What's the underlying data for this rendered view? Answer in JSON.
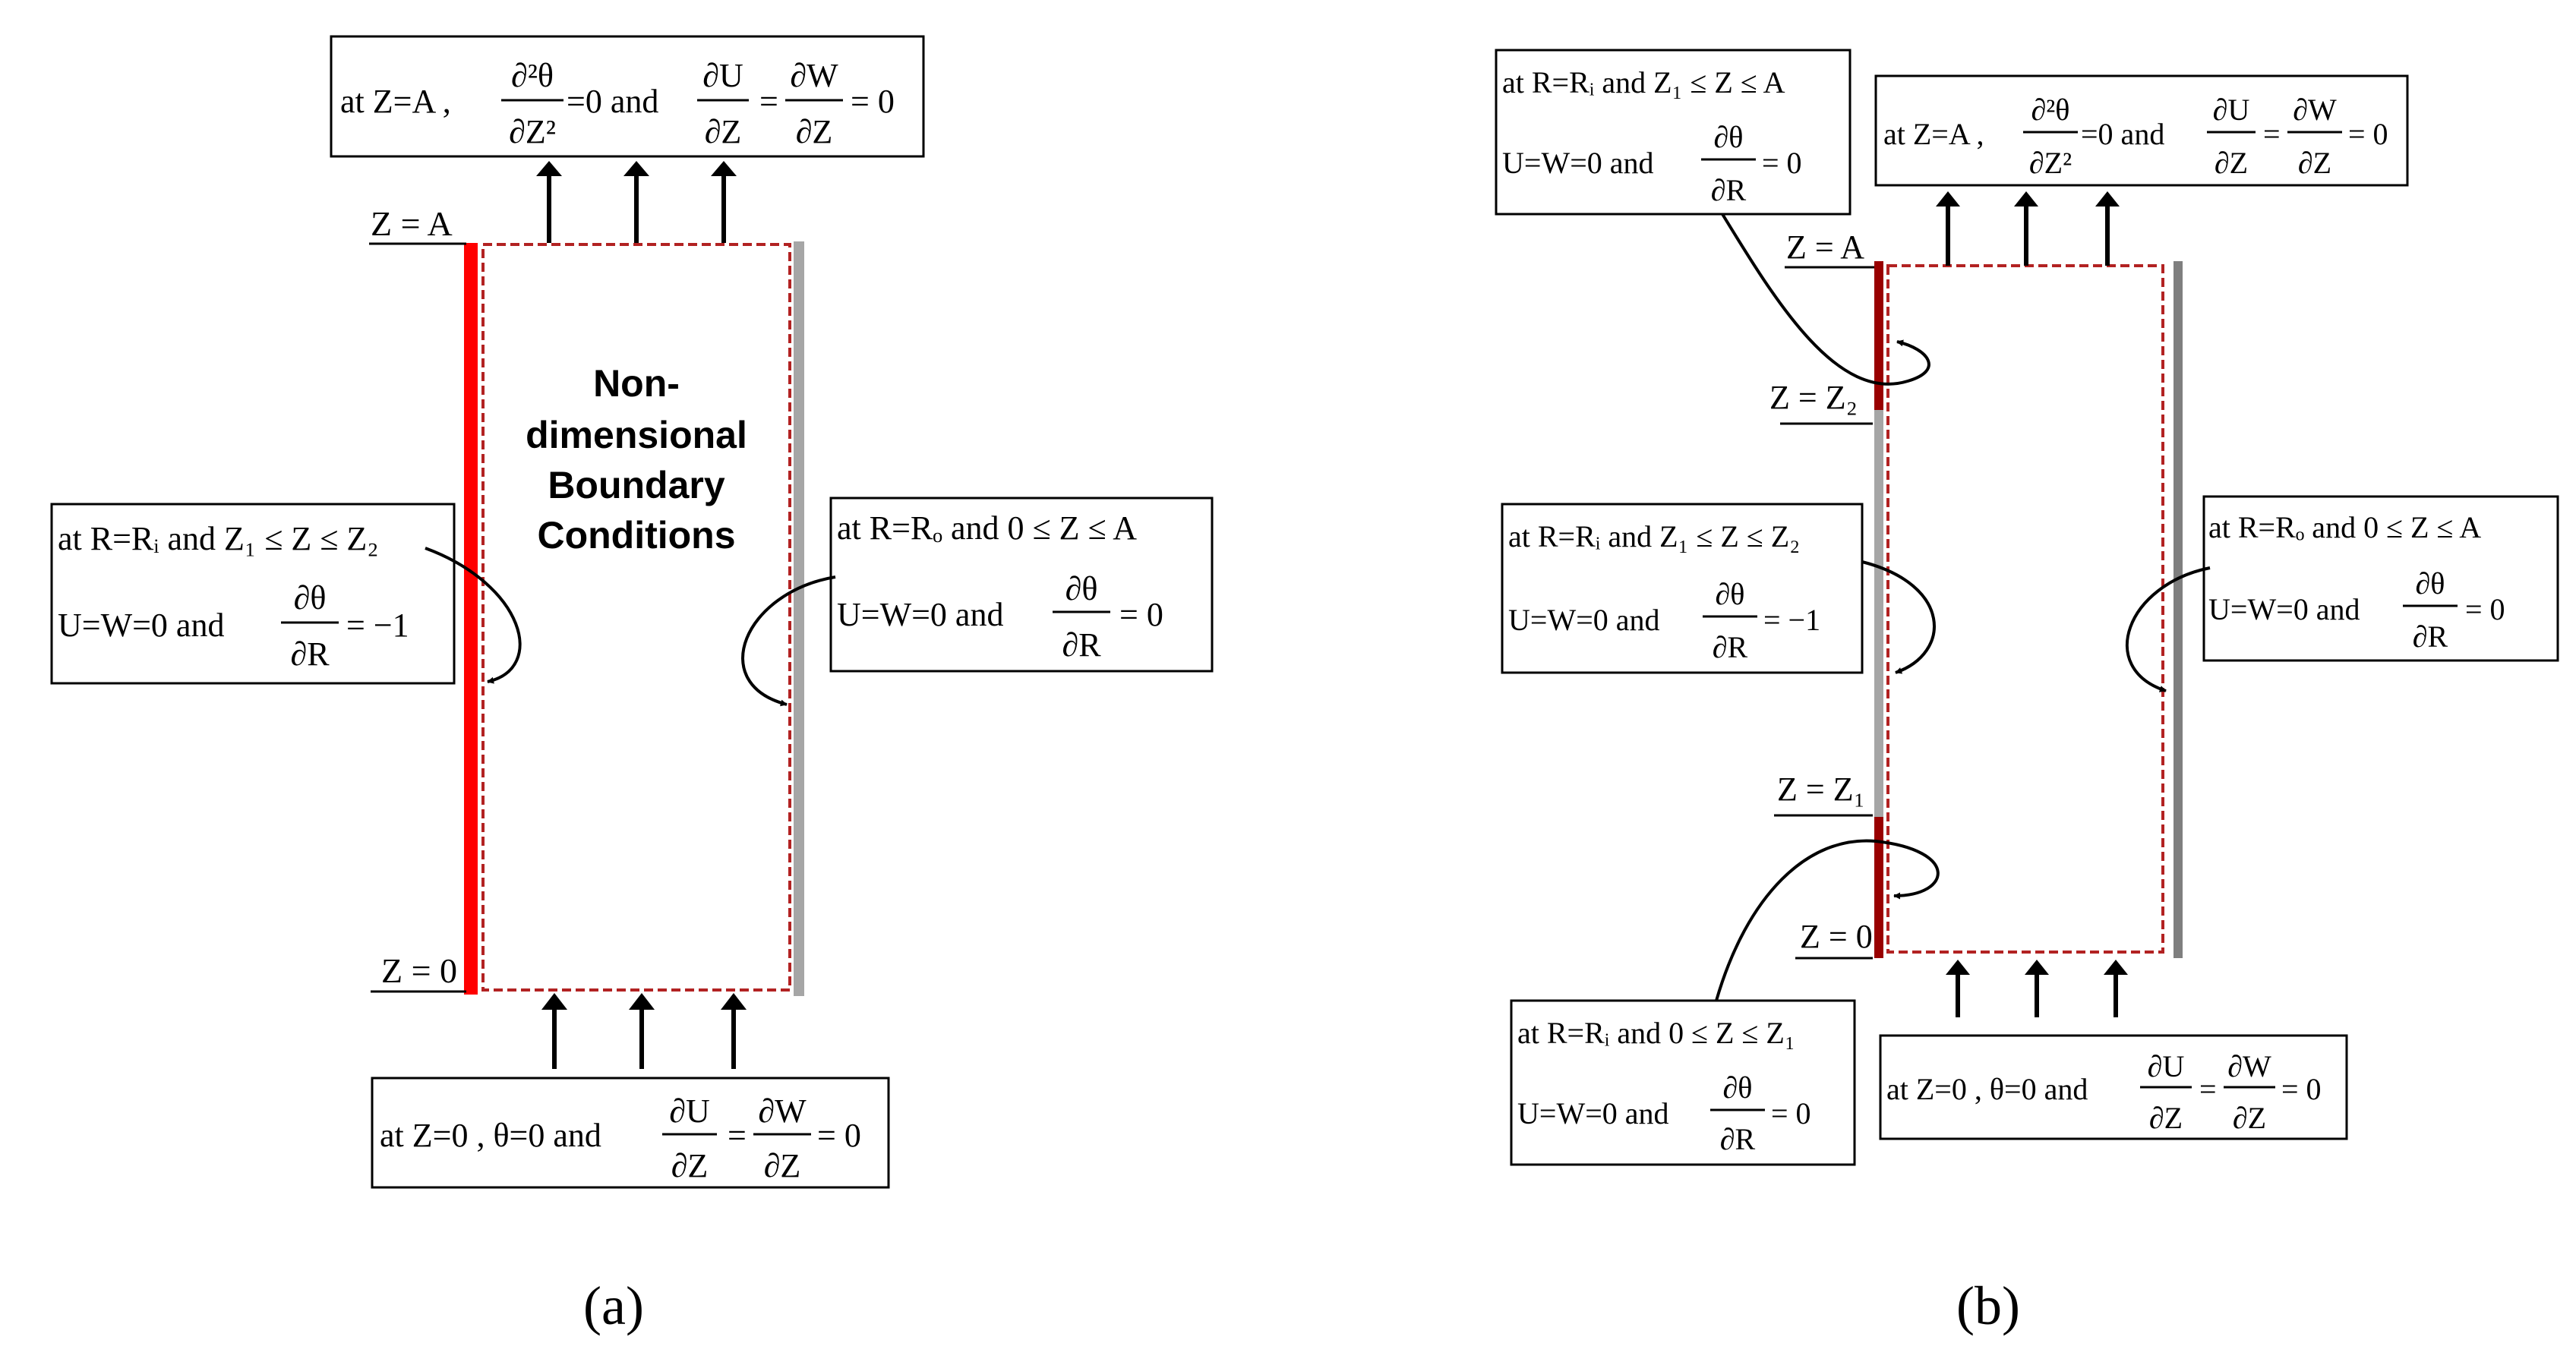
{
  "panel_a": {
    "caption": "(a)",
    "label_ZA": "Z = A",
    "label_Z0": "Z = 0",
    "center_text": [
      "Non-",
      "dimensional",
      "Boundary",
      "Conditions"
    ],
    "top_box": {
      "lead": "at Z=A ,",
      "frac1_num": "∂²θ",
      "frac1_den": "∂Z²",
      "mid": "=0 and",
      "frac2_num": "∂U",
      "frac2_den": "∂Z",
      "frac3_num": "∂W",
      "frac3_den": "∂Z",
      "tail": "= 0"
    },
    "bottom_box": {
      "lead": "at Z=0 , θ=0 and",
      "frac2_num": "∂U",
      "frac2_den": "∂Z",
      "frac3_num": "∂W",
      "frac3_den": "∂Z",
      "tail": "= 0"
    },
    "left_box": {
      "line1": "at R=Rᵢ and Z₁ ≤ Z ≤ Z₂",
      "line2": "U=W=0 and",
      "frac_num": "∂θ",
      "frac_den": "∂R",
      "tail": "= −1"
    },
    "right_box": {
      "line1": "at R=Rₒ and 0 ≤ Z ≤ A",
      "line2": "U=W=0 and",
      "frac_num": "∂θ",
      "frac_den": "∂R",
      "tail": "= 0"
    }
  },
  "panel_b": {
    "caption": "(b)",
    "label_ZA": "Z = A",
    "label_Z2": "Z = Z₂",
    "label_Z1": "Z = Z₁",
    "label_Z0": "Z = 0",
    "top_left_box": {
      "line1": "at R=Rᵢ and Z₁ ≤ Z ≤ A",
      "line2": "U=W=0 and",
      "frac_num": "∂θ",
      "frac_den": "∂R",
      "tail": "= 0"
    },
    "top_box": {
      "lead": "at Z=A ,",
      "frac1_num": "∂²θ",
      "frac1_den": "∂Z²",
      "mid": "=0 and",
      "frac2_num": "∂U",
      "frac2_den": "∂Z",
      "frac3_num": "∂W",
      "frac3_den": "∂Z",
      "tail": "= 0"
    },
    "mid_left_box": {
      "line1": "at R=Rᵢ and Z₁ ≤ Z ≤ Z₂",
      "line2": "U=W=0 and",
      "frac_num": "∂θ",
      "frac_den": "∂R",
      "tail": "= −1"
    },
    "right_box": {
      "line1": "at R=Rₒ and 0 ≤ Z ≤ A",
      "line2": "U=W=0 and",
      "frac_num": "∂θ",
      "frac_den": "∂R",
      "tail": "= 0"
    },
    "bottom_left_box": {
      "line1": "at R=Rᵢ and 0 ≤ Z ≤ Z₁",
      "line2": "U=W=0 and",
      "frac_num": "∂θ",
      "frac_den": "∂R",
      "tail": "= 0"
    },
    "bottom_box": {
      "lead": "at Z=0 , θ=0 and",
      "frac2_num": "∂U",
      "frac2_den": "∂Z",
      "frac3_num": "∂W",
      "frac3_den": "∂Z",
      "tail": "= 0"
    }
  },
  "colors": {
    "heated_wall": "#ff0000",
    "adiabatic_wall_b": "#990000",
    "cold_wall": "#a6a6a6",
    "inner_gray_b": "#a6a6a6",
    "outer_wall_b": "#7f7f7f",
    "dashed_boundary": "#b22222"
  }
}
